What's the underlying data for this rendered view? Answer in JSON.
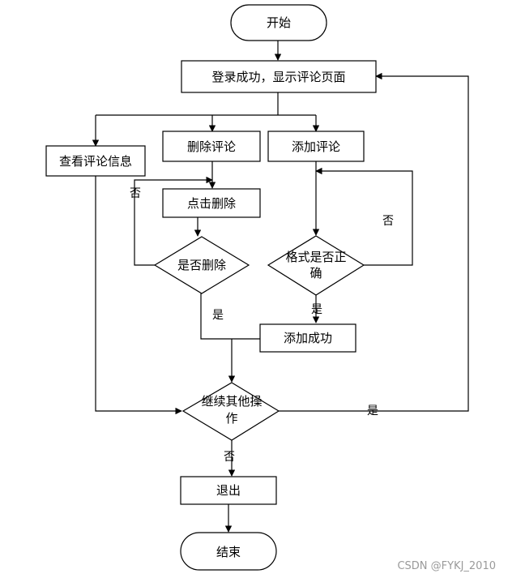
{
  "nodes": {
    "start": "开始",
    "login": "登录成功，显示评论页面",
    "view": "查看评论信息",
    "delete": "删除评论",
    "add": "添加评论",
    "click_delete": "点击删除",
    "confirm_delete": "是否删除",
    "format_check_line1": "格式是否正",
    "format_check_line2": "确",
    "add_success": "添加成功",
    "continue_line1": "继续其他操",
    "continue_line2": "作",
    "exit": "退出",
    "end": "结束"
  },
  "edge_labels": {
    "delete_no": "否",
    "delete_yes": "是",
    "format_no": "否",
    "format_yes": "是",
    "continue_yes": "是",
    "continue_no": "否"
  },
  "watermark": "CSDN @FYKJ_2010"
}
